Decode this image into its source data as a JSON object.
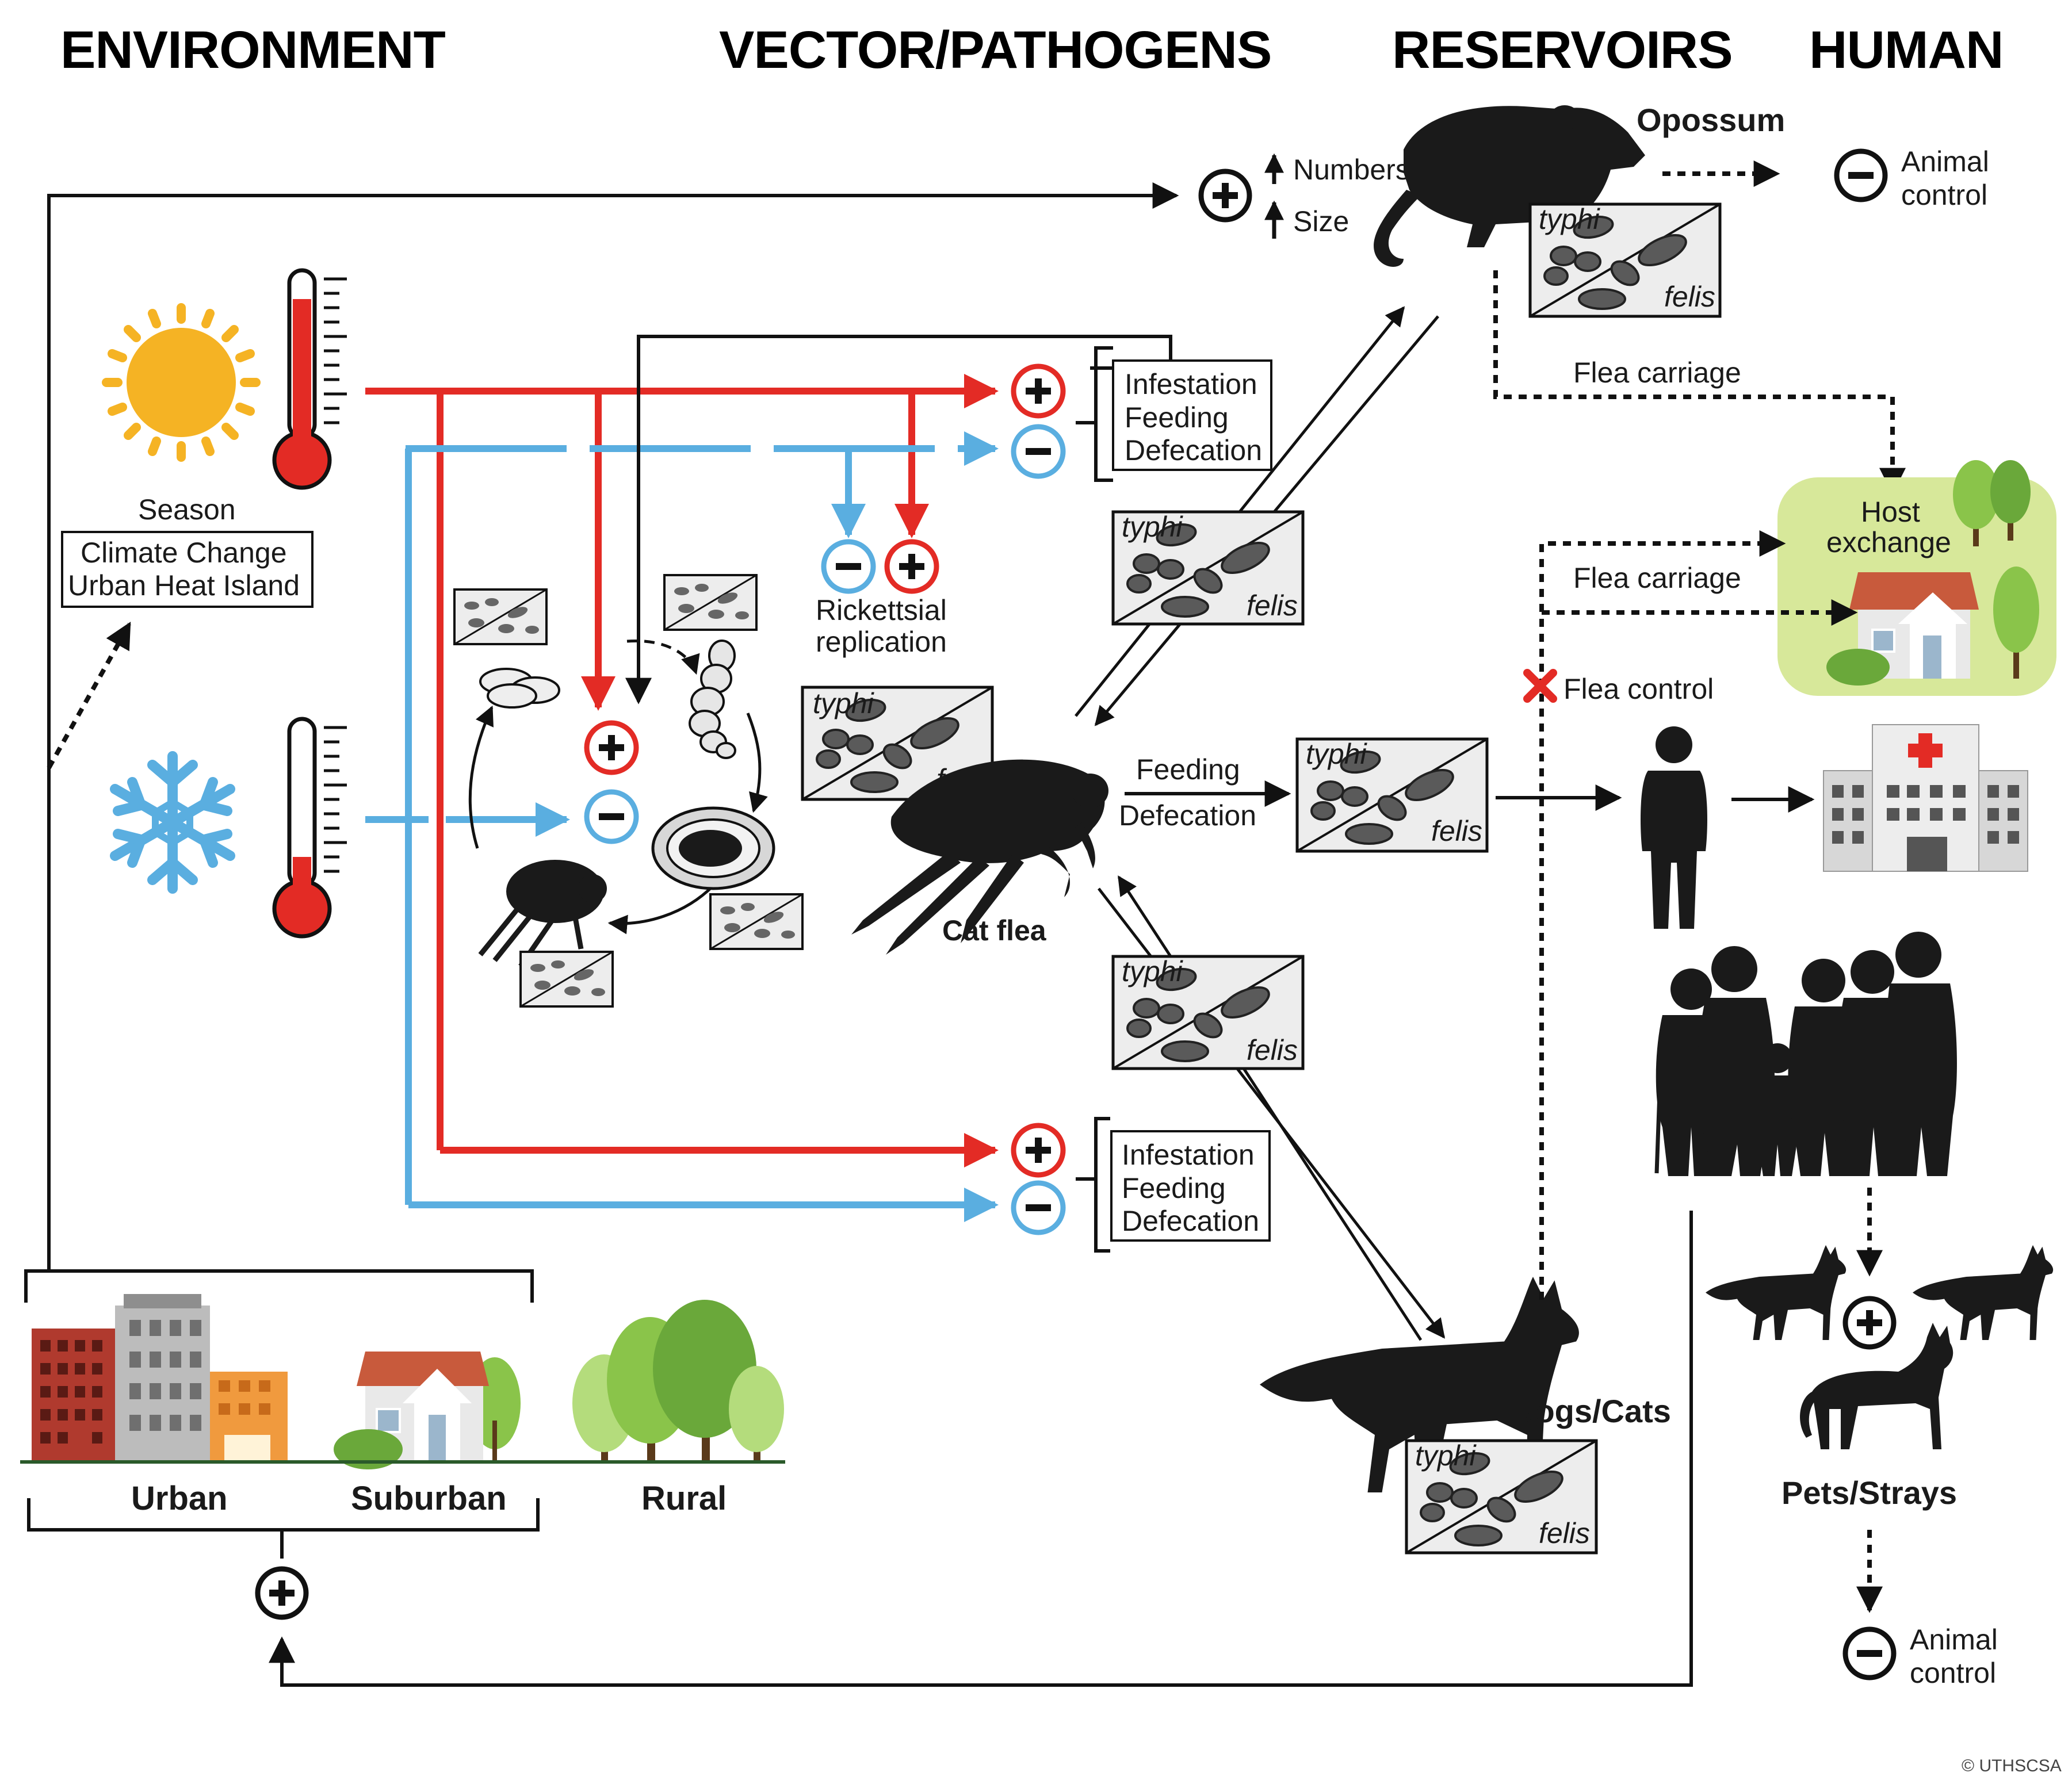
{
  "headers": {
    "environment": "ENVIRONMENT",
    "vector": "VECTOR/PATHOGENS",
    "reservoirs": "RESERVOIRS",
    "human": "HUMAN"
  },
  "environment": {
    "season": "Season",
    "climate_box": [
      "Climate Change",
      "Urban Heat Island"
    ],
    "areas": {
      "urban": "Urban",
      "suburban": "Suburban",
      "rural": "Rural"
    }
  },
  "vector": {
    "effects_box": [
      "Infestation",
      "Feeding",
      "Defecation"
    ],
    "replication": [
      "Rickettsial",
      "replication"
    ],
    "cat_flea": "Cat flea",
    "transmission": [
      "Feeding",
      "Defecation"
    ]
  },
  "pathogens": {
    "species_a": "typhi",
    "species_b": "felis"
  },
  "reservoirs": {
    "opossum": "Opossum",
    "numbers": "Numbers",
    "size": "Size",
    "dogs_cats": "Dogs/Cats"
  },
  "human": {
    "animal_control": [
      "Animal",
      "control"
    ],
    "flea_carriage": "Flea carriage",
    "host_exchange": [
      "Host",
      "exchange"
    ],
    "flea_control": "Flea control",
    "pets_strays": "Pets/Strays"
  },
  "credit": "© UTHSCSA",
  "colors": {
    "warm": "#e32b25",
    "cold": "#5aaee0",
    "sun": "#f5b324",
    "silhouette": "#1a1a1a",
    "host_exchange_bg": "#d7e89a",
    "tree": "#8ac44a",
    "roof": "#c85a3c"
  },
  "icons": [
    "sun-icon",
    "thermometer-icon",
    "snowflake-icon",
    "opossum-icon",
    "cat-flea-icon",
    "dog-icon",
    "cat-icon",
    "person-icon",
    "family-icon",
    "hospital-icon",
    "house-icon",
    "tree-icon",
    "building-icon"
  ]
}
